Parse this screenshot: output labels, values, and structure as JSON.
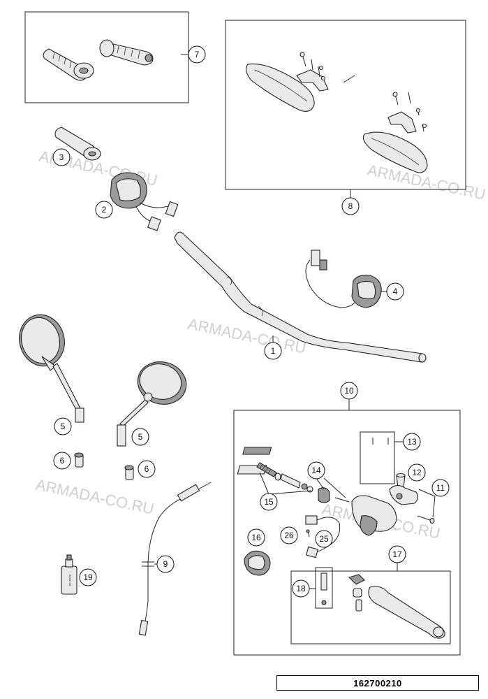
{
  "watermark": "ARMADA-CO.RU",
  "diagram_code": "162700210",
  "callouts": {
    "c1": "1",
    "c2": "2",
    "c3": "3",
    "c4": "4",
    "c5a": "5",
    "c5b": "5",
    "c6a": "6",
    "c6b": "6",
    "c7": "7",
    "c8": "8",
    "c9": "9",
    "c10": "10",
    "c11": "11",
    "c12": "12",
    "c13": "13",
    "c14": "14",
    "c15": "15",
    "c16": "16",
    "c17": "17",
    "c18": "18",
    "c19": "19",
    "c25": "25",
    "c26": "26"
  },
  "oil_bottle_label": "Brake Oil"
}
